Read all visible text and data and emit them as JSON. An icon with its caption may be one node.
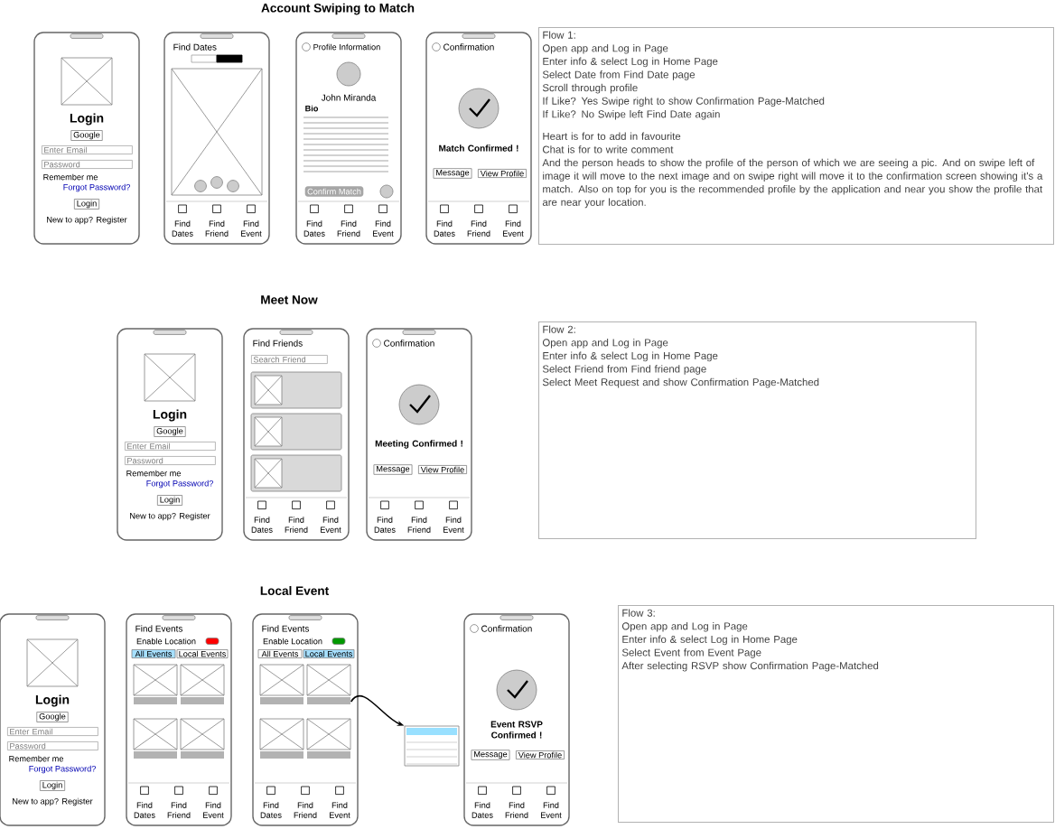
{
  "diagram": {
    "title": "Account Swiping to Match",
    "nodes": [
      {
        "text": [
          "Login",
          "Google",
          "Enter Email",
          "Password",
          "Remember me",
          "Forgot Password?",
          "Login",
          "New to app? Register"
        ]
      },
      {
        "text": [
          "Find Dates",
          "Find Dates",
          "Find Friend",
          "Find Event"
        ]
      },
      {
        "text": [
          "Profile Information",
          "John Miranda",
          "Bio",
          "Confirm Match",
          "Find Dates",
          "Find Friend",
          "Find Event"
        ]
      },
      {
        "text": [
          "Confirmation",
          "Match Confirmed !",
          "Message",
          "View Profile",
          "Find Dates",
          "Find Friend",
          "Find Event"
        ]
      },
      {
        "text": [
          "Flow 1:",
          "Open app and Log in Page",
          "Enter info & select Log in Home Page",
          "Select Date from Find Date page",
          "Scroll through profile",
          "If Like? Yes Swipe right to show Confirmation Page-Matched",
          "If Like? No Swipe left Find Date again",
          "Heart is for to add in favourite",
          "Chat is for to write comment",
          "And the person heads to show the profile of the person of which we are seeing a pic. And on swipe left of image it will move to the next image and on swipe right will move it to the confirmation screen showing it's a match. Also on top for you is the recommended profile by the application and near you show the profile that are near your location."
        ]
      },
      {
        "text": [
          "Login",
          "Google",
          "Enter Email",
          "Password",
          "Remember me",
          "Forgot Password?",
          "Login",
          "New to app? Register"
        ]
      },
      {
        "text": [
          "Find Friends",
          "Search Friend",
          "Find Dates",
          "Find Friend",
          "Find Event"
        ]
      },
      {
        "text": [
          "Confirmation",
          "Meeting Confirmed !",
          "Message",
          "View Profile",
          "Find Dates",
          "Find Friend",
          "Find Event"
        ]
      },
      {
        "text": [
          "Flow 2:",
          "Open app and Log in Page",
          "Enter info & select Log in Home Page",
          "Select Friend from Find friend page",
          "Select Meet Request and show Confirmation Page-Matched"
        ]
      },
      {
        "text": [
          "Login",
          "Google",
          "Enter Email",
          "Password",
          "Remember me",
          "Forgot Password?",
          "Login",
          "New to app? Register"
        ]
      },
      {
        "text": [
          "Find Events",
          "Enable Location",
          "All Events",
          "Local Events",
          "Find Dates",
          "Find Friend",
          "Find Event"
        ]
      },
      {
        "text": [
          "Find Events",
          "Enable Location",
          "All Events",
          "Local Events",
          "Find Dates",
          "Find Friend",
          "Find Event"
        ]
      },
      {
        "text": [],
        "shape": "box"
      },
      {
        "text": [
          "Confirmation",
          "Event RSVP Confirmed !",
          "Message",
          "View Profile",
          "Find Dates",
          "Find Friend",
          "Find Event"
        ]
      },
      {
        "text": [
          "Flow 3:",
          "Open app and Log in Page",
          "Enter info & select Log in Home Page",
          "Select Event from Event Page",
          "After selecting RSVP show Confirmation Page-Matched"
        ]
      }
    ],
    "edges": [
      {
        "from": 11,
        "to": 12,
        "arrow": "to"
      }
    ],
    "labels": [
      "Meet Now",
      "Local Event"
    ]
  }
}
